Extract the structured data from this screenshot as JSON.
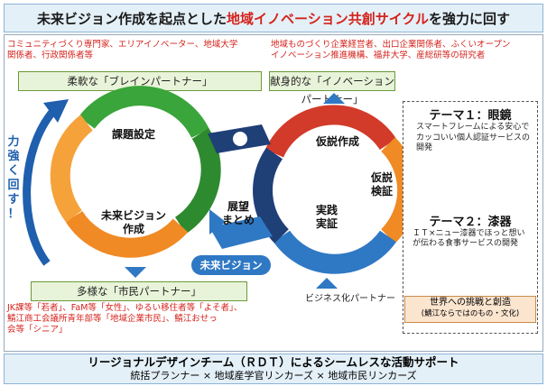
{
  "title": {
    "prefix": "未来ビジョン作成を起点とした",
    "highlight": "地域イノベーション共創サイクル",
    "suffix": "を強力に回す"
  },
  "left_note": [
    "コミュニティづくり専門家、エリアイノベーター、地域大学",
    "関係者、行政関係者等"
  ],
  "right_note": [
    "地域ものづくり企業経営者、出口企業関係者、ふくいオープン",
    "イノベーション推進機構、福井大学、産総研等の研究者"
  ],
  "partners": {
    "brain": "柔軟な「ブレインパートナー」",
    "innovation": "献身的な「イノベーションパートナー」",
    "citizen": "多様な「市民パートナー」",
    "business": "ビジネス化パートナー"
  },
  "cycle": {
    "left_top": "課題設定",
    "left_center": [
      "未来ビジョン",
      "作成"
    ],
    "center": [
      "展望",
      "まとめ"
    ],
    "vision_button": "未来ビジョン",
    "right_top": "仮説作成",
    "right_side": [
      "仮説",
      "検証"
    ],
    "right_bottom": [
      "実践",
      "実証"
    ]
  },
  "vertical_label": [
    "力",
    "強",
    "く",
    "回",
    "す",
    "！"
  ],
  "citizen_note": [
    "JK課等「若者」、FaM等「女性」、ゆるい移住者等「よそ者」、",
    "鯖江商工会議所青年部等「地域企業市民」、鯖江おせっ",
    "会等「シニア」"
  ],
  "theme1": {
    "heading": "テーマ１：眼鏡",
    "text": [
      "スマートフレームによる安心で",
      "カッコいい個人認証サービスの",
      "開発"
    ]
  },
  "theme2": {
    "heading": "テーマ２：漆器",
    "text": [
      "ＩＴ×ニュー漆器でほっと想い",
      "が伝わる食事サービスの開発"
    ]
  },
  "challenge": {
    "line1": "世界への挑戦と創造",
    "line2": "(鯖江ならではのもの・文化)"
  },
  "bottom": {
    "line1": "リージョナルデザインチーム（ＲＤＴ）によるシームレスな活動サポート",
    "line2": "統括プランナー × 地域産学官リンカーズ × 地域市民リンカーズ"
  },
  "colors": {
    "green": "#3aa53a",
    "orange": "#f08a24",
    "red": "#d23a2a",
    "blue": "#2f78c4",
    "navy": "#1f3f77"
  }
}
